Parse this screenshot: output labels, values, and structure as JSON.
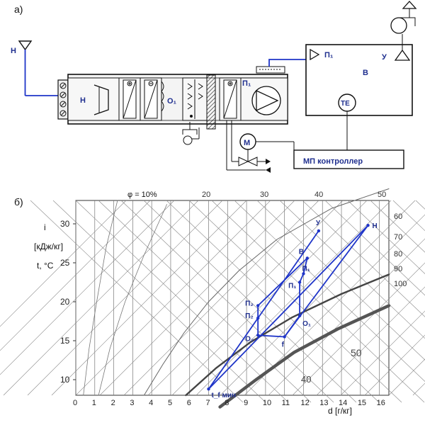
{
  "part_a": {
    "label": "а)",
    "outdoor_inlet": "Н",
    "section_labels": {
      "inlet": "Н",
      "first_heater": "О₁",
      "after_first_heater": "П₁",
      "room": "В",
      "exhaust": "У",
      "sensor": "ТЕ",
      "motor": "М"
    },
    "room_probe_label": "П₁",
    "controller_label": "МП контроллер",
    "icons": [
      "fan-icon",
      "valve-icon",
      "filter-icon",
      "heater-icon",
      "humidifier-icon",
      "pump-icon"
    ]
  },
  "part_b": {
    "label": "б)",
    "phi_label": "φ = 10%",
    "y_axis_labels": [
      "i",
      "[кДж/кг]",
      "t, °C"
    ],
    "x_axis_label": "d  [г/кг]",
    "colors": {
      "process": "#1f35c8",
      "grid": "#555555",
      "saturation": "#444444"
    }
  },
  "chart_data": {
    "type": "scatter",
    "title": "",
    "xlabel": "d [г/кг]",
    "ylabel": "t, °C",
    "x_ticks": [
      "0",
      "1",
      "2",
      "3",
      "4",
      "5",
      "6",
      "7",
      "8",
      "9",
      "10",
      "11",
      "12",
      "13",
      "14",
      "15",
      "16"
    ],
    "y_ticks": [
      "10",
      "15",
      "20",
      "25",
      "30"
    ],
    "xlim": [
      0,
      16.5
    ],
    "ylim": [
      8,
      33
    ],
    "enthalpy_top_ticks": [
      "20",
      "30",
      "40",
      "50"
    ],
    "humidity_right_ticks": [
      "60",
      "70",
      "80",
      "90",
      "100"
    ],
    "enthalpy_inner_ticks": [
      "50",
      "40"
    ],
    "points": [
      {
        "name": "У",
        "d": 12.8,
        "t": 29.1
      },
      {
        "name": "Н",
        "d": 15.4,
        "t": 29.8
      },
      {
        "name": "В",
        "d": 12.2,
        "t": 25.6
      },
      {
        "name": "П₁",
        "d": 12.0,
        "t": 23.6
      },
      {
        "name": "П₁",
        "d": 11.8,
        "t": 22.5
      },
      {
        "name": "О₁",
        "d": 11.8,
        "t": 18.2
      },
      {
        "name": "f",
        "d": 11.0,
        "t": 15.5
      },
      {
        "name": "П₂",
        "d": 9.6,
        "t": 19.5
      },
      {
        "name": "П₂",
        "d": 9.6,
        "t": 17.9
      },
      {
        "name": "О₂",
        "d": 9.6,
        "t": 15.7
      },
      {
        "name": "t_f мин",
        "d": 7.0,
        "t": 8.8
      }
    ]
  }
}
